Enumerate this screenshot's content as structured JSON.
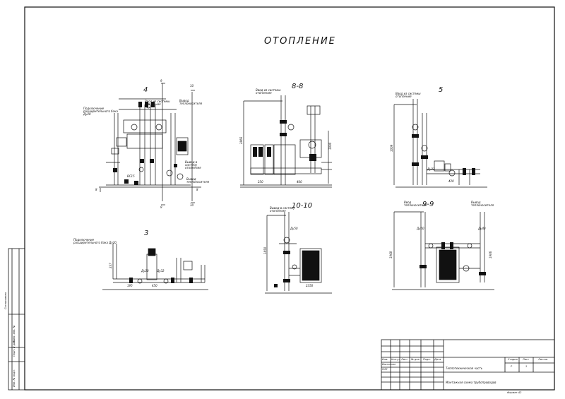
{
  "drawing": {
    "title": "ОТОПЛЕНИЕ"
  },
  "sections": {
    "s4": "4",
    "s8": "8-8",
    "s5": "5",
    "s3": "3",
    "s10": "10-10",
    "s9": "9-9"
  },
  "section_marks": {
    "top_left": "9",
    "top_right": "10",
    "bottom_left": "9",
    "bottom_right": "10",
    "left": "8",
    "right": "8"
  },
  "notes": {
    "s4_expansion_tank": "Подключение расширительного бака Ду20",
    "s4_heat_inlet": "Ввод из системы отопления",
    "s4_heat_outlet": "Вывод теплоносителя",
    "s4_outlet_system": "Вывод в систему отопления",
    "s4_outlet_carrier": "Вывод теплоносителя",
    "s8_heat_inlet": "Ввод из системы отопления",
    "s5_heat_inlet": "Ввод из системы отопления",
    "s3_expansion_tank": "Подключение расширительного бака Ду20",
    "s10_outlet": "Вывод в систему отопления",
    "s9_inlet": "Ввод теплоносителя",
    "s9_outlet": "Вывод теплоносителя"
  },
  "dims": {
    "d20": "Ду20",
    "d32": "Ду32",
    "d50": "Ду50",
    "d40": "Ду40",
    "pc15": "ВС15",
    "v2866": "2866",
    "v1900": "1900",
    "v1009": "1009",
    "v2350": "2350",
    "v1650": "1650",
    "v1906": "1906",
    "v1968": "1968",
    "v250": "250",
    "v400": "400",
    "v450": "450",
    "v420": "420",
    "v237": "237",
    "v195": "195"
  },
  "left_stamp": {
    "col1": "Инв. № подл.",
    "col2": "Подп. и дата",
    "col3": "Взам. инв. №",
    "col4": "Согласовано"
  },
  "title_block": {
    "row_headers": [
      "Изм.",
      "Кол.уч",
      "Лист",
      "№ док.",
      "Подп.",
      "Дата"
    ],
    "performed": "Выполнил",
    "gip": "ГИП",
    "section_title": "Теплотехническая часть",
    "sheet_title": "Монтажная схема трубопроводов",
    "stage_label": "Стадия",
    "sheet_label": "Лист",
    "sheets_label": "Листов",
    "stage_value": "Р",
    "sheet_value": "1",
    "format": "Формат А2"
  }
}
